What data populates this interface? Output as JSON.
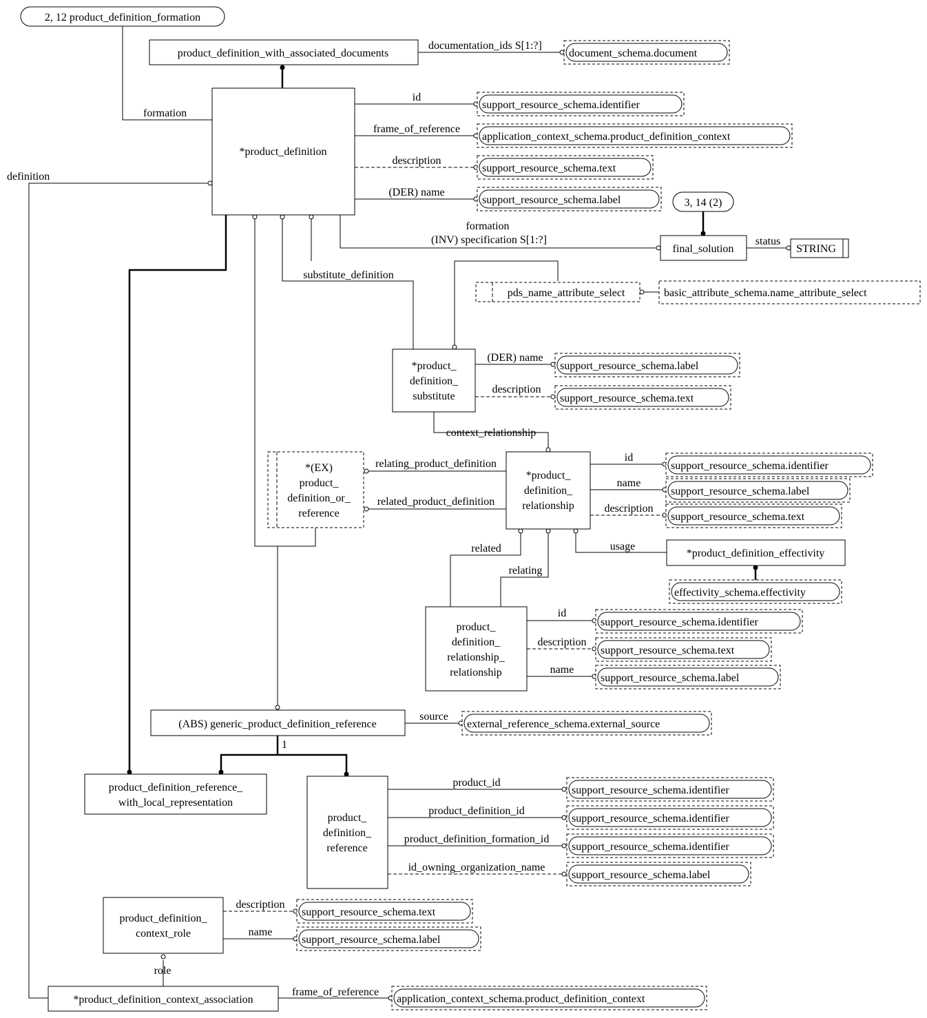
{
  "refs": {
    "top_left": "2, 12 product_definition_formation",
    "final_ref": "3, 14 (2)"
  },
  "entities": {
    "pdwad": "product_definition_with_associated_documents",
    "pd": "*product_definition",
    "pds": [
      "*product_",
      "definition_",
      "substitute"
    ],
    "pdor": [
      "*(EX)",
      "product_",
      "definition_or_",
      "reference"
    ],
    "pdr": [
      "*product_",
      "definition_",
      "relationship"
    ],
    "pdrr": [
      "product_",
      "definition_",
      "relationship_",
      "relationship"
    ],
    "pde": "*product_definition_effectivity",
    "final_solution": "final_solution",
    "string_type": "STRING",
    "gpdr": "(ABS) generic_product_definition_reference",
    "pdrwlr": [
      "product_definition_reference_",
      "with_local_representation"
    ],
    "pdref": [
      "product_",
      "definition_",
      "reference"
    ],
    "pdcr": [
      "product_definition_",
      "context_role"
    ],
    "pdca": "*product_definition_context_association",
    "pds_select": "pds_name_attribute_select"
  },
  "external_types": {
    "doc": "document_schema.document",
    "identifier": "support_resource_schema.identifier",
    "pd_context": "application_context_schema.product_definition_context",
    "text": "support_resource_schema.text",
    "label": "support_resource_schema.label",
    "name_attr_select": "basic_attribute_schema.name_attribute_select",
    "effectivity": "effectivity_schema.effectivity",
    "external_source": "external_reference_schema.external_source"
  },
  "labels": {
    "documentation_ids": "documentation_ids S[1:?]",
    "formation": "formation",
    "definition": "definition",
    "id": "id",
    "frame_of_reference": "frame_of_reference",
    "description": "description",
    "der_name": "(DER) name",
    "inv_formation": "formation",
    "inv_specification": "(INV) specification S[1:?]",
    "status": "status",
    "substitute_definition": "substitute_definition",
    "context_relationship": "context_relationship",
    "relating_product_definition": "relating_product_definition",
    "related_product_definition": "related_product_definition",
    "name": "name",
    "related": "related",
    "relating": "relating",
    "usage": "usage",
    "source": "source",
    "one": "1",
    "product_id": "product_id",
    "product_definition_id": "product_definition_id",
    "product_definition_formation_id": "product_definition_formation_id",
    "id_owning_organization_name": "id_owning_organization_name",
    "role": "role"
  }
}
